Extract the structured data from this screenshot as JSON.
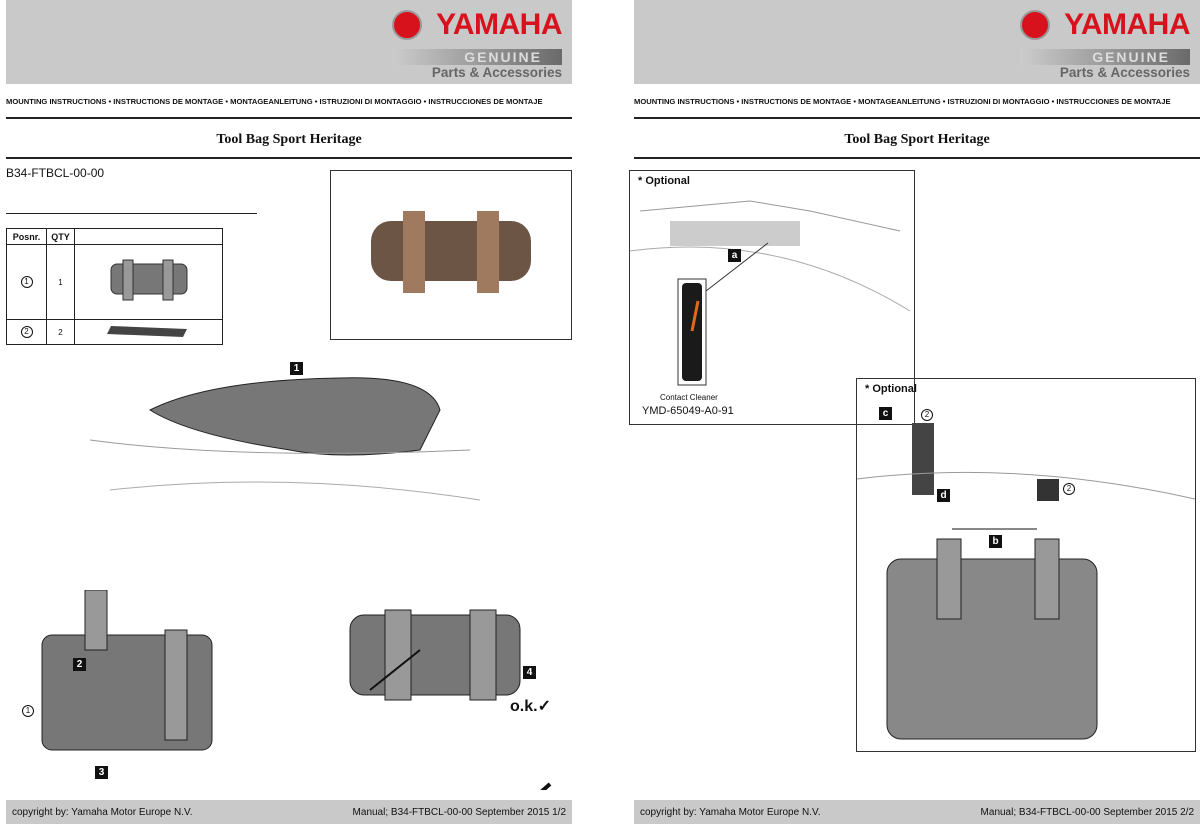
{
  "brand": {
    "name": "YAMAHA",
    "genuine": "GENUINE",
    "parts": "Parts & Accessories"
  },
  "instructions_line": "MOUNTING INSTRUCTIONS • INSTRUCTIONS DE MONTAGE • MONTAGEANLEITUNG • ISTRUZIONI DI MONTAGGIO • INSTRUCCIONES DE MONTAJE",
  "title": "Tool Bag Sport Heritage",
  "part_code": "B34-FTBCL-00-00",
  "parts_table": {
    "headers": [
      "Posnr.",
      "QTY",
      ""
    ],
    "rows": [
      {
        "pos": "1",
        "qty": "1"
      },
      {
        "pos": "2",
        "qty": "2"
      }
    ]
  },
  "steps": {
    "s1": "1",
    "s2": "2",
    "s3": "3",
    "s4": "4",
    "ok": "o.k.✓",
    "pos1": "1"
  },
  "page2": {
    "optional": "* Optional",
    "label_a": "a",
    "product": "Contact Cleaner",
    "product_code": "YMD-65049-A0-91",
    "label_b": "b",
    "label_c": "c",
    "label_d": "d",
    "pos2": "2"
  },
  "footer": {
    "copyright": "copyright by: Yamaha Motor Europe N.V.",
    "page1": "Manual; B34-FTBCL-00-00 September 2015 1/2",
    "page2": "Manual; B34-FTBCL-00-00 September 2015 2/2"
  }
}
